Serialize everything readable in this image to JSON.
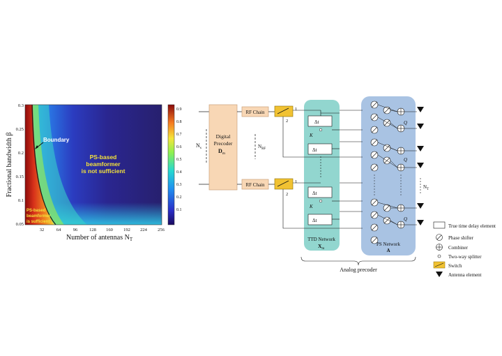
{
  "heatmap": {
    "ylabel": "Fractional bandwidth β",
    "xlabel": "Number of antennas N",
    "xlabel_sub": "T",
    "y_ticks": [
      "0.3",
      "0.25",
      "0.2",
      "0.15",
      "0.1",
      "0.05"
    ],
    "x_ticks": [
      "32",
      "64",
      "96",
      "128",
      "160",
      "192",
      "224",
      "256"
    ],
    "colorbar_ticks": [
      "0.9",
      "0.8",
      "0.7",
      "0.6",
      "0.5",
      "0.4",
      "0.3",
      "0.2",
      "0.1"
    ],
    "boundary_label": "Boundary",
    "region_high_line1": "PS-based",
    "region_high_line2": "beamformer",
    "region_high_line3": "is not sufficient",
    "region_low_line1": "PS-based",
    "region_low_line2": "beamformer",
    "region_low_line3": "is sufficient"
  },
  "diagram": {
    "ns_label": "N",
    "ns_sub": "s",
    "digital_precoder_line1": "Digital",
    "digital_precoder_line2": "Precoder",
    "digital_precoder_symbol": "D",
    "digital_precoder_sub": "m",
    "rf_chain_top": "RF Chain",
    "rf_chain_bottom": "RF Chain",
    "nrf_label": "N",
    "nrf_sub": "RF",
    "switch_port_1_top": "1",
    "switch_port_2_top": "2",
    "switch_port_1_bottom": "1",
    "switch_port_2_bottom": "2",
    "ttd_k_top": "K",
    "ttd_k_bottom": "K",
    "ttd_network_label": "TTD Network",
    "ttd_network_symbol": "X",
    "ttd_network_sub": "m",
    "ps_network_label": "PS Network",
    "ps_network_symbol": "A",
    "q_label": "Q",
    "nt_label": "N",
    "nt_sub": "T",
    "analog_precoder_label": "Analog precoder",
    "delay_t1": "Δt",
    "delay_t2": "Δt",
    "delay_t3": "Δt",
    "delay_t4": "Δt"
  },
  "legend": {
    "items": [
      {
        "label": "True time delay element",
        "icon": "rectangle-icon"
      },
      {
        "label": "Phase shifter",
        "icon": "phase-shifter-icon"
      },
      {
        "label": "Combiner",
        "icon": "combiner-icon"
      },
      {
        "label": "Two-way splitter",
        "icon": "splitter-icon"
      },
      {
        "label": "Switch",
        "icon": "switch-icon"
      },
      {
        "label": "Antenna element",
        "icon": "antenna-icon"
      }
    ]
  },
  "colors": {
    "ttd_bg": "#92d6cf",
    "ps_bg": "#a9c3e3",
    "block_fill": "#f8d7b5",
    "switch_fill": "#f1c232",
    "boundary_line": "#1a1a1a"
  }
}
